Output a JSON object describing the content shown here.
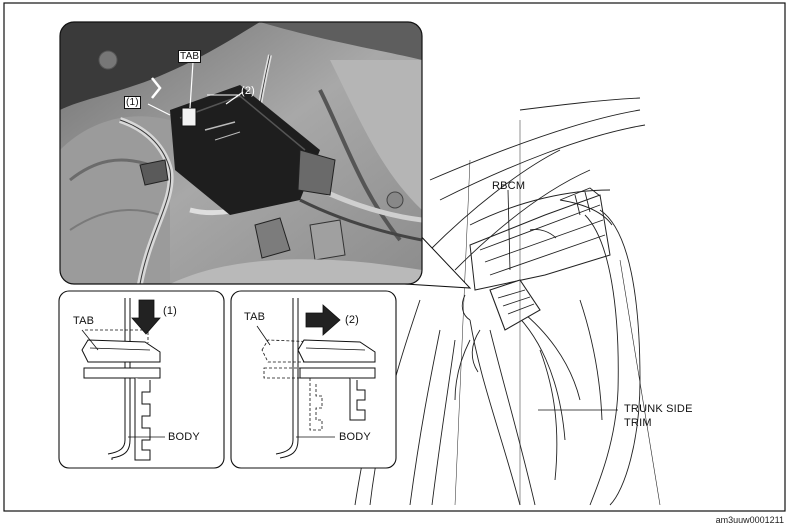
{
  "photo": {
    "tab_label": "TAB",
    "step1_label": "(1)",
    "step2_label": "(2)"
  },
  "main": {
    "rbcm_label": "RBCM",
    "trunk_label_line1": "TRUNK SIDE",
    "trunk_label_line2": "TRIM"
  },
  "detail_left": {
    "tab_label": "TAB",
    "step_label": "(1)",
    "body_label": "BODY"
  },
  "detail_right": {
    "tab_label": "TAB",
    "step_label": "(2)",
    "body_label": "BODY"
  },
  "figure_id": "am3uuw0001211",
  "colors": {
    "ink": "#111111",
    "photo_dark": "#2a2a2a",
    "photo_mid": "#8a8a8a",
    "photo_light": "#c9c9c9"
  }
}
